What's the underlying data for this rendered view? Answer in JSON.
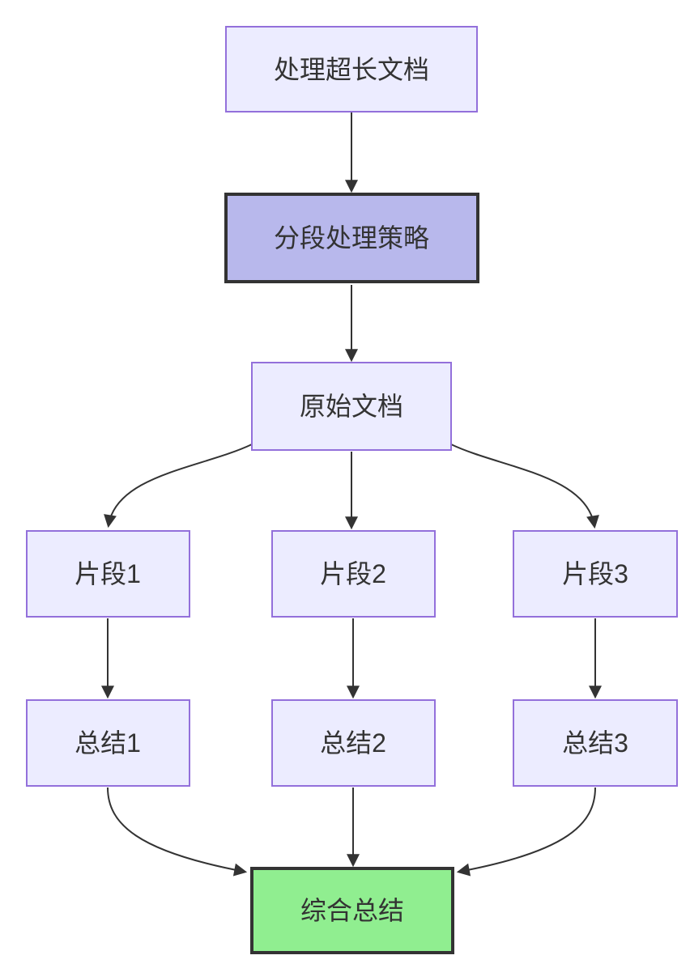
{
  "diagram": {
    "type": "flowchart",
    "direction": "top-down",
    "nodes": {
      "doc_task": {
        "label": "处理超长文档",
        "kind": "default"
      },
      "strategy": {
        "label": "分段处理策略",
        "kind": "highlight"
      },
      "original": {
        "label": "原始文档",
        "kind": "default"
      },
      "fragment1": {
        "label": "片段1",
        "kind": "default"
      },
      "fragment2": {
        "label": "片段2",
        "kind": "default"
      },
      "fragment3": {
        "label": "片段3",
        "kind": "default"
      },
      "summary1": {
        "label": "总结1",
        "kind": "default"
      },
      "summary2": {
        "label": "总结2",
        "kind": "default"
      },
      "summary3": {
        "label": "总结3",
        "kind": "default"
      },
      "final": {
        "label": "综合总结",
        "kind": "result"
      }
    },
    "edges": [
      {
        "from": "doc_task",
        "to": "strategy"
      },
      {
        "from": "strategy",
        "to": "original"
      },
      {
        "from": "original",
        "to": "fragment1"
      },
      {
        "from": "original",
        "to": "fragment2"
      },
      {
        "from": "original",
        "to": "fragment3"
      },
      {
        "from": "fragment1",
        "to": "summary1"
      },
      {
        "from": "fragment2",
        "to": "summary2"
      },
      {
        "from": "fragment3",
        "to": "summary3"
      },
      {
        "from": "summary1",
        "to": "final"
      },
      {
        "from": "summary2",
        "to": "final"
      },
      {
        "from": "summary3",
        "to": "final"
      }
    ],
    "colors": {
      "background": "#ffffff",
      "node_fill": "#ECECFF",
      "node_border": "#9370DB",
      "highlight_fill": "#B8B8EC",
      "highlight_border": "#333333",
      "result_fill": "#90EE90",
      "result_border": "#333333",
      "edge": "#333333",
      "text": "#333333"
    }
  }
}
